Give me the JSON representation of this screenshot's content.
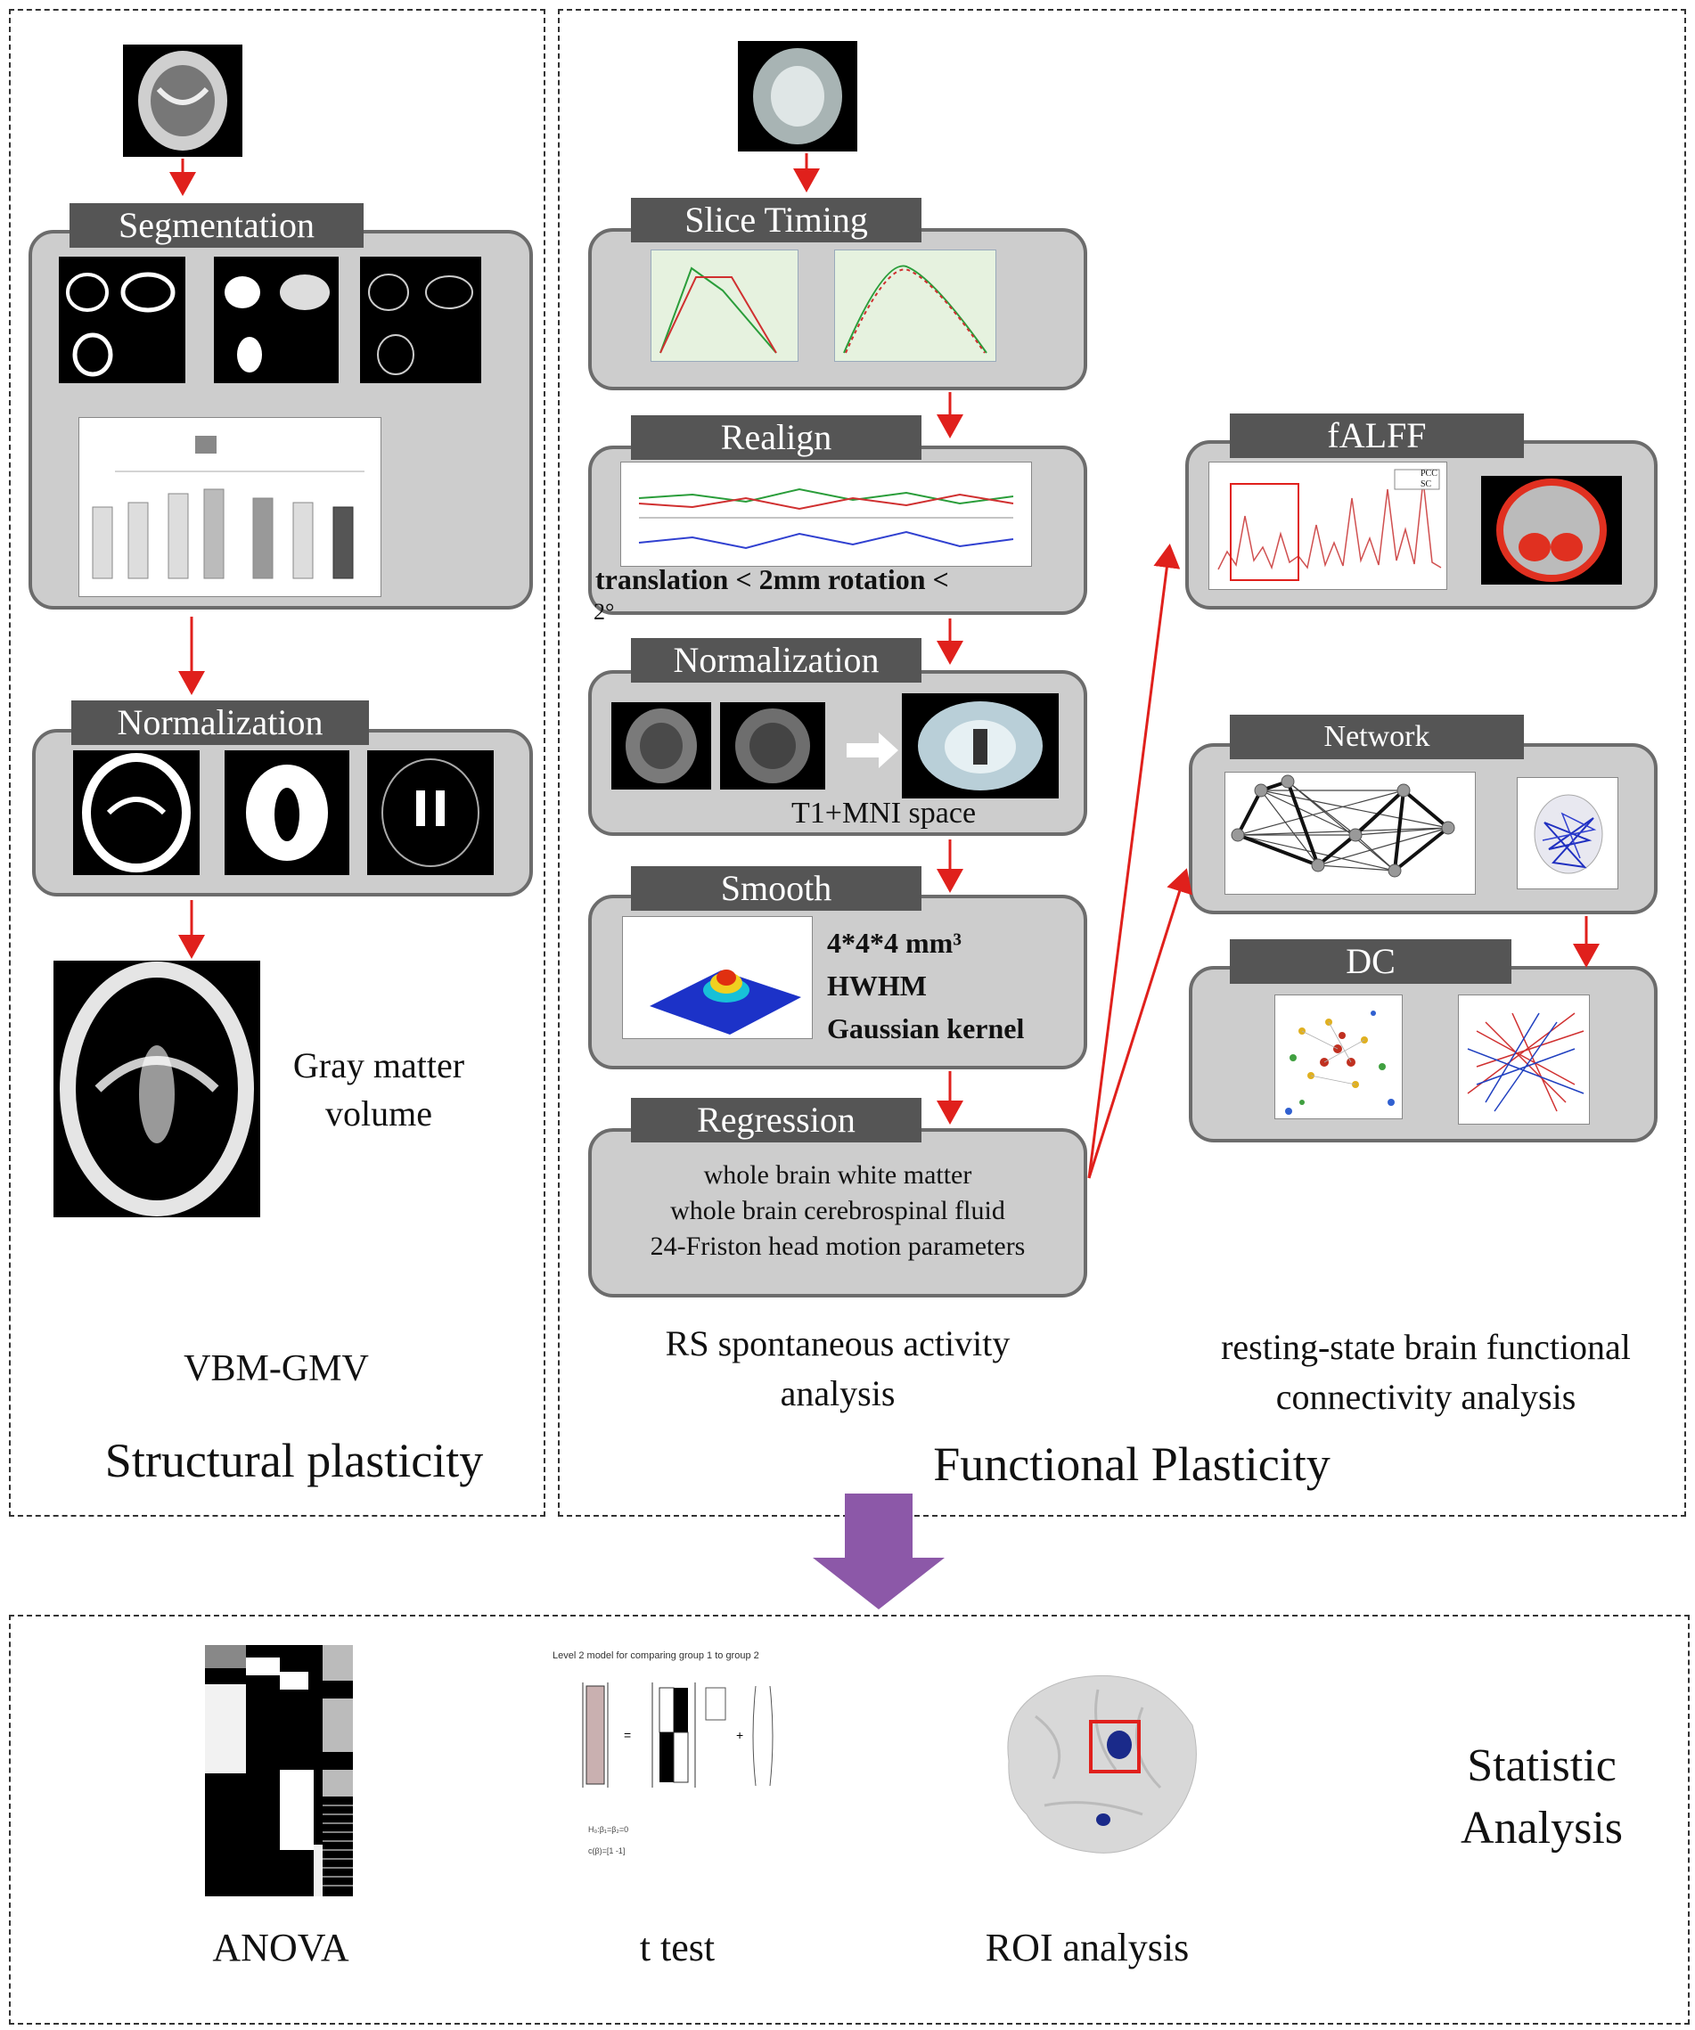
{
  "structural": {
    "steps": [
      "Segmentation",
      "Normalization"
    ],
    "result": [
      "Gray matter",
      "volume"
    ],
    "method": "VBM-GMV",
    "title": "Structural plasticity"
  },
  "functional": {
    "steps": {
      "slice_timing": "Slice Timing",
      "realign": "Realign",
      "normalization": "Normalization",
      "smooth": "Smooth",
      "regression": "Regression"
    },
    "realign_note": "translation < 2mm rotation <",
    "realign_note2": "2°",
    "normalization_note": "T1+MNI space",
    "smooth_note": [
      "4*4*4 mm³",
      "HWHM",
      "Gaussian kernel"
    ],
    "regression_items": [
      "whole brain white matter",
      "whole brain cerebrospinal fluid",
      "24-Friston head motion parameters"
    ],
    "rs_caption": [
      "RS spontaneous activity",
      "analysis"
    ],
    "title": "Functional Plasticity"
  },
  "connectivity": {
    "falff": "fALFF",
    "network": "Network",
    "dc": "DC",
    "caption": [
      "resting-state brain functional",
      "connectivity analysis"
    ],
    "falff_legend": [
      "PCC",
      "SC"
    ]
  },
  "statistic": {
    "items": [
      "ANOVA",
      "t test",
      "ROI analysis"
    ],
    "title": [
      "Statistic",
      "Analysis"
    ],
    "ttest_header": "Level 2 model for comparing group 1 to group 2"
  },
  "colors": {
    "arrow": "#e0201c",
    "big_arrow": "#8c58a8",
    "panel": "#cdcdcd",
    "label": "#555555"
  }
}
